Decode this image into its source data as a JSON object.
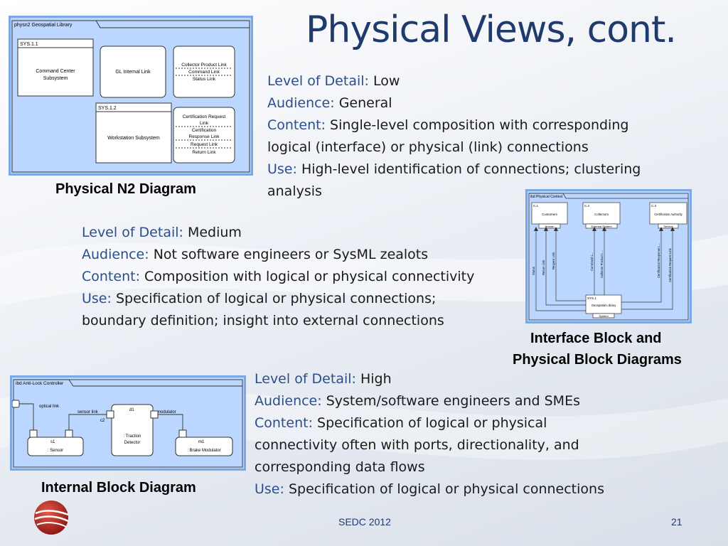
{
  "title": "Physical Views, cont.",
  "footer": {
    "center": "SEDC 2012",
    "page": "21"
  },
  "captions": {
    "n2": "Physical N2 Diagram",
    "interface_1": "Interface Block and",
    "interface_2": "Physical Block Diagrams",
    "ibd": "Internal Block Diagram"
  },
  "blocks": {
    "low": {
      "lod_label": "Level of Detail:",
      "lod": "Low",
      "aud_label": "Audience:",
      "aud": "General",
      "con_label": "Content:",
      "con_1": "Single-level composition with corresponding",
      "con_2": "logical (interface) or physical (link) connections",
      "use_label": "Use:",
      "use_1": "High-level identification of connections; clustering",
      "use_2": "analysis"
    },
    "medium": {
      "lod_label": "Level of Detail:",
      "lod": "Medium",
      "aud_label": "Audience:",
      "aud": "Not software engineers or SysML zealots",
      "con_label": "Content:",
      "con": "Composition with logical or physical connectivity",
      "use_label": "Use:",
      "use_1": "Specification of logical or physical connections;",
      "use_2": "boundary definition; insight into external connections"
    },
    "high": {
      "lod_label": "Level of Detail:",
      "lod": "High",
      "aud_label": "Audience:",
      "aud": "System/software engineers and SMEs",
      "con_label": "Content:",
      "con_1": "Specification of logical or physical",
      "con_2": "connectivity often with ports, directionality, and",
      "con_3": "corresponding data flows",
      "use_label": "Use:",
      "use": "Specification of logical or physical connections"
    }
  },
  "n2": {
    "tab": "physn2 Geospatial Library",
    "sys1": "SYS.1.1",
    "sys1_name_1": "Command Center",
    "sys1_name_2": "Subsystem",
    "gl": "GL Internal Link",
    "links1_a": "Collector Product Link",
    "links1_b": "Command Link",
    "links1_c": "Status Link",
    "sys2": "SYS.1.2",
    "sys2_name": "Workstation Subsystem",
    "links2_a": "Certification Request",
    "links2_b": "Link",
    "links2_c": "Certification",
    "links2_d": "Response Link",
    "links2_e": "Request Link",
    "links2_f": "Return Link"
  },
  "ibd_phys": {
    "tab": "ibd Physical Context",
    "c1": "C.1",
    "c1_name": "Customers",
    "c1_port": "Human",
    "c2": "C.2",
    "c2_name": "Collectors",
    "c2_port": "External System",
    "c3": "C.3",
    "c3_name": "Certification Authority",
    "c3_port": "Service",
    "l1": "Status",
    "l2": "Return Link",
    "l3": "Request Link",
    "l4": "Command L...",
    "l5": "Collector Product L...",
    "l6": "Certification Response L...",
    "l7": "Certification Request Link",
    "sys": "SYS.1",
    "sys_name": "Geospatial Library",
    "sys_port": "System"
  },
  "ibd": {
    "tab": "ibd Anti-Lock Controller",
    "optical": "optical link",
    "sensor": "sensor link",
    "modulator": "modulator",
    "c2": "c2",
    "d1": "d1",
    "d1_name_1": ": Traction",
    "d1_name_2": "Detector",
    "s1": "s1",
    "s1_name": ": Sensor",
    "m1": "m1",
    "m1_name": ": Brake Modulator"
  }
}
